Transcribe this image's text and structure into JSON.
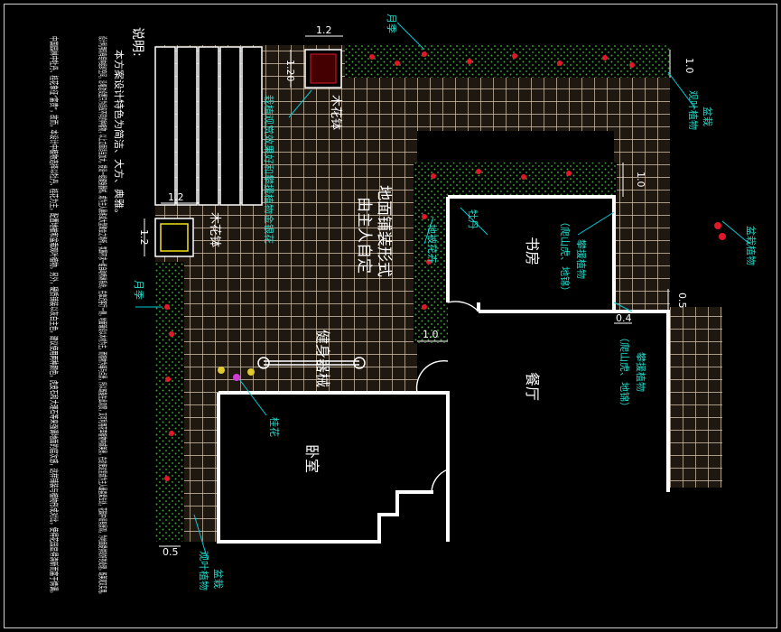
{
  "notes": {
    "heading": "说明:",
    "para1": "本方案设计特色为简洁、大方、典雅。",
    "para2": "设计利用现有结构组织空间，沿墙边设置只为适应不同的种植物，以上立面适当加大，提设一组健身器械，成为主人晨练或大型聚会之场所，氛围不求一组自动喷淋系统，在靠近客厅一侧，地面铺设以木材为主，而植物为辅与点景，所以既能在此观赏，又可利用花草植物构成美景，在这使这里成为主人最喜爱去处，花园中设有景观，为地面提供较好的处理，既美观又实用。",
    "para3": "中国园林中牡丹、桂花象征“富贵”，故而，本设计中植物选择以牡丹、桂花为主，配置地被和盆栽观叶植物。另外，硬质铺装以灰白主色，建议使用两种颜色，虎皮石和大理石等来强调地面的层次感，这样铺装与植物形成对比，使得花园显得清新而富于情调。"
  },
  "labels": {
    "floor_paving": "地面铺装形式",
    "floor_paving_2": "由主人自定",
    "fitness": "健身器械",
    "study": "书房",
    "dining": "餐厅",
    "bedroom": "卧室",
    "planter_top": "木花钵",
    "planter_left": "木花钵",
    "planter_top_note": "栽植观赏效果好和攀援植物金银花",
    "climbing_1": "攀援植物",
    "climbing_1b": "（爬山虎、地锦）",
    "climbing_2": "攀援植物",
    "climbing_2b": "（爬山虎、地锦）",
    "potted_1": "盆栽",
    "potted_1b": "观叶植物",
    "potted_2": "盆栽",
    "potted_2b": "观叶植物",
    "potted_right": "盆栽植物",
    "rose_top": "月季",
    "rose_left": "月季",
    "peony": "牡丹",
    "osmanthus": "桂花",
    "grass_strip": "地被花卉"
  },
  "dimensions": {
    "d_top_12": "1.2",
    "d_top_120": "1.20",
    "d_left_12a": "1.2",
    "d_left_12b": "1.2",
    "d_right_10": "1.0",
    "d_right_10b": "1.0",
    "d_mid_10": "1.0",
    "d_right_04": "0.4",
    "d_right_05": "0.5",
    "d_bottom_05": "0.5"
  },
  "colors": {
    "background": "#000000",
    "wall": "#ffffff",
    "grid": "#d8c6ad",
    "grid_fill": "#1f1811",
    "foliage": "#2f8f2a",
    "flower": "#e0182a",
    "leader": "#00c8d6",
    "label_cyan": "#23d8c8",
    "planter_yellow": "#f2e21a",
    "dim_line": "#ffffff"
  }
}
